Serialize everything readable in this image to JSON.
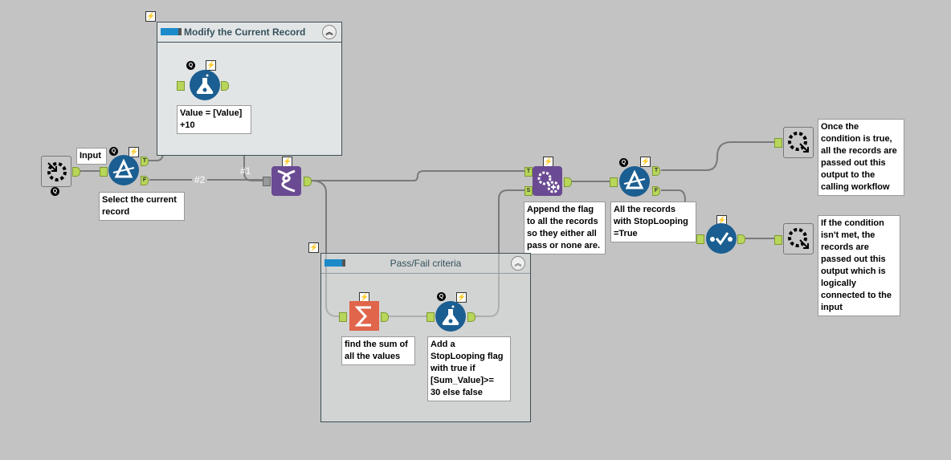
{
  "containers": {
    "modify": {
      "title": "Modify the Current Record"
    },
    "passfail": {
      "title": "Pass/Fail criteria"
    }
  },
  "labels": {
    "input": "Input",
    "conn1": "#1",
    "conn2": "#2"
  },
  "anchors": {
    "true": "T",
    "false": "F",
    "source": "S",
    "q": "Q",
    "bolt": "⚡"
  },
  "annotations": {
    "formula1": "Value = [Value]\n+10",
    "filter1": "Select the current\nrecord",
    "append": "Append the flag\nto all the records\nso they either all\npass or none are.",
    "filter2": "All the records\nwith StopLooping\n=True",
    "output_true": "Once the\ncondition is true,\nall the records are\npassed out this\noutput to the\ncalling workflow",
    "output_false": "If the condition\nisn't met, the\nrecords are\npassed out this\noutput which is\nlogically\nconnected to the\ninput",
    "summarize": "find the sum of\nall the values",
    "formula2": "Add a\nStopLooping flag\nwith true if\n[Sum_Value]>=\n30 else false"
  },
  "colors": {
    "canvas": "#c3c3c3",
    "blue_tool": "#1b5e91",
    "purple_tool": "#6a4a92",
    "summarize": "#e0654a",
    "anchor": "#b7d65a"
  }
}
